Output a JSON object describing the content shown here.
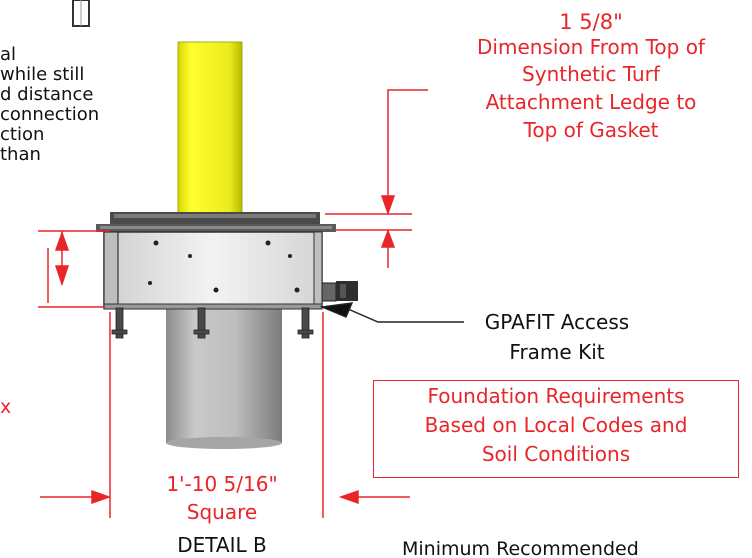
{
  "left_cutoff_text": [
    "al",
    "while still",
    "d distance",
    "connection",
    "ction",
    "than"
  ],
  "left_fragment_x": "x",
  "dimension_top": {
    "value": "1 5/8\"",
    "lines": [
      "Dimension From Top of",
      "Synthetic Turf",
      "Attachment Ledge to",
      "Top of Gasket"
    ]
  },
  "callout": {
    "label_line1": "GPAFIT Access",
    "label_line2": "Frame Kit"
  },
  "foundation_note": [
    "Foundation Requirements",
    "Based on Local Codes and",
    "Soil Conditions"
  ],
  "width_dimension": {
    "value": "1'-10 5/16\"",
    "unit_word": "Square"
  },
  "detail_label": "DETAIL B",
  "bottom_right_text": "Minimum Recommended",
  "colors": {
    "annotation_red": "#e8262a",
    "post_yellow": "#f5f51f",
    "pipe_gray": "#b5b5b5",
    "frame_gray": "#d9d9d9"
  }
}
